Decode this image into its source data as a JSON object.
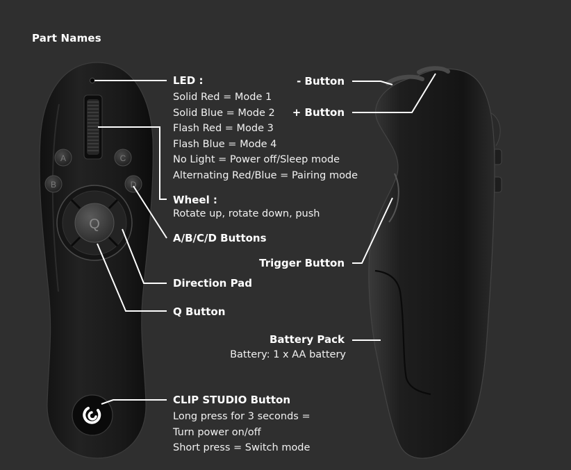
{
  "title": "Part Names",
  "front_labels": {
    "led": {
      "label": "LED :",
      "lines": [
        "Solid Red = Mode 1",
        "Solid Blue = Mode 2",
        "Flash Red = Mode 3",
        "Flash Blue = Mode 4",
        "No Light = Power off/Sleep mode",
        "Alternating Red/Blue = Pairing mode"
      ]
    },
    "wheel": {
      "label": "Wheel :",
      "lines": [
        "Rotate up, rotate down, push"
      ]
    },
    "abcd": {
      "label": "A/B/C/D Buttons"
    },
    "dpad": {
      "label": "Direction Pad"
    },
    "q": {
      "label": "Q Button"
    },
    "clip": {
      "label": "CLIP STUDIO Button",
      "lines": [
        "Long press for 3 seconds =",
        "Turn power on/off",
        "Short press = Switch mode"
      ]
    }
  },
  "side_labels": {
    "minus": {
      "label": "- Button"
    },
    "plus": {
      "label": "+ Button"
    },
    "trigger": {
      "label": "Trigger Button"
    },
    "battery": {
      "label": "Battery Pack",
      "lines": [
        "Battery: 1 x AA battery"
      ]
    }
  },
  "button_letters": {
    "a": "A",
    "b": "B",
    "c": "C",
    "d": "D",
    "q": "Q"
  },
  "icons": {
    "clip_logo": "clip-studio-logo-icon",
    "led": "led-indicator-icon",
    "wheel": "scroll-wheel-icon"
  },
  "colors": {
    "background": "#2f2f2f",
    "device_body": "#1b1b1b",
    "device_edge": "#3a3a3a",
    "text": "#ffffff",
    "leader_lines": "#ffffff"
  }
}
